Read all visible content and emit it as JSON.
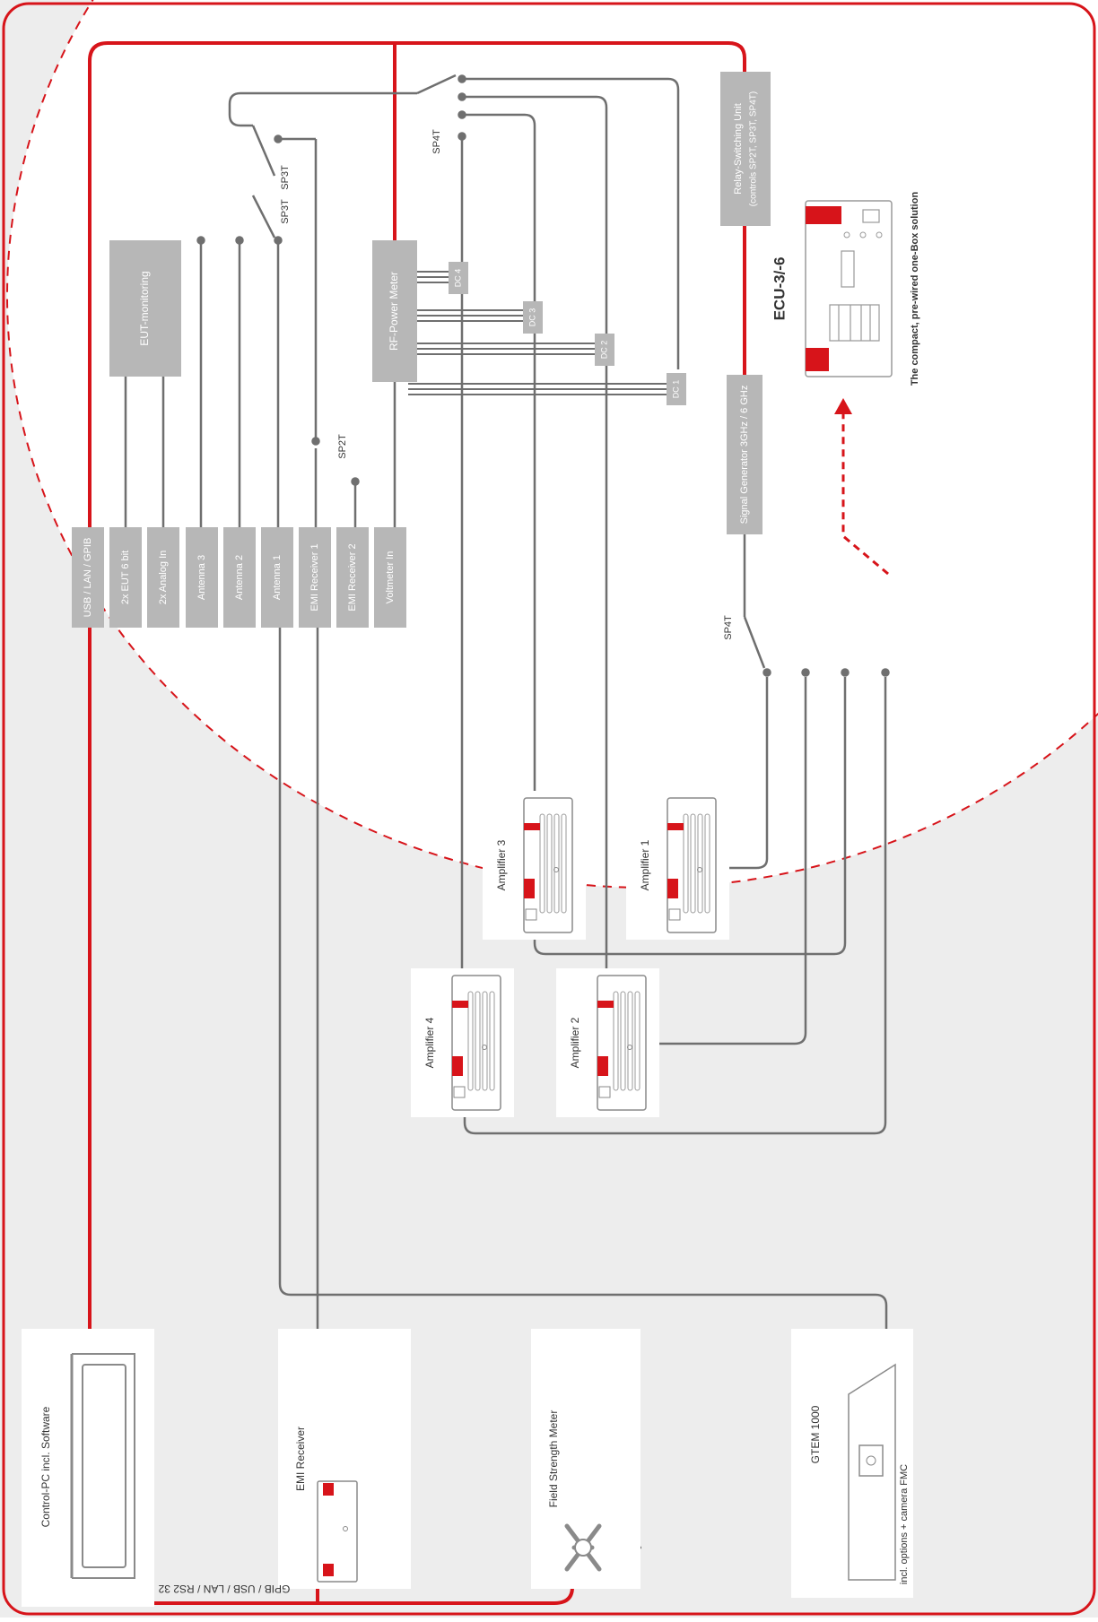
{
  "colors": {
    "red": "#d7141a",
    "gray_line": "#6f6f6f",
    "box_gray": "#b7b7b7",
    "bg_gray": "#ededed",
    "box_text": "#ffffff",
    "text_dark": "#333333"
  },
  "connector_blocks": [
    {
      "id": "usb-lan-gpib",
      "label": "USB / LAN / GPIB"
    },
    {
      "id": "eut-bit",
      "label": "2x EUT 6 bit"
    },
    {
      "id": "analog-in",
      "label": "2x Analog In"
    },
    {
      "id": "antenna-3",
      "label": "Antenna 3"
    },
    {
      "id": "antenna-2",
      "label": "Antenna 2"
    },
    {
      "id": "antenna-1",
      "label": "Antenna 1"
    },
    {
      "id": "emi-receiver-1",
      "label": "EMI Receiver 1"
    },
    {
      "id": "emi-receiver-2",
      "label": "EMI Receiver 2"
    },
    {
      "id": "voltmeter-in",
      "label": "Voltmeter In"
    }
  ],
  "modules": {
    "eut_monitoring": "EUT-monitoring",
    "rf_power_meter": "RF-Power Meter",
    "signal_generator": "Signal Generator 3GHz / 6 GHz",
    "relay_unit_line1": "Relay-Switching Unit",
    "relay_unit_line2": "(controls SP2T, SP3T, SP4T)"
  },
  "couplers": [
    "DC 4",
    "DC 3",
    "DC 2",
    "DC 1"
  ],
  "switch_labels": {
    "sp4t_top": "SP4T",
    "sp3t_a": "SP3T",
    "sp3t_b": "SP3T",
    "sp2t": "SP2T",
    "sp4t_bottom": "SP4T"
  },
  "product": {
    "name": "ECU-3/-6",
    "tagline": "The compact, pre-wired one-Box solution"
  },
  "amplifiers": [
    "Amplifier 3",
    "Amplifier 1",
    "Amplifier 4",
    "Amplifier 2"
  ],
  "devices": {
    "control_pc": "Control-PC incl. Software",
    "emi_receiver": "EMI Receiver",
    "field_strength_meter": "Field Strength Meter",
    "gtem": "GTEM 1000",
    "gtem_note": "incl. options + camera FMC"
  },
  "bus_label": "GPIB / USB / LAN / RS2 32"
}
